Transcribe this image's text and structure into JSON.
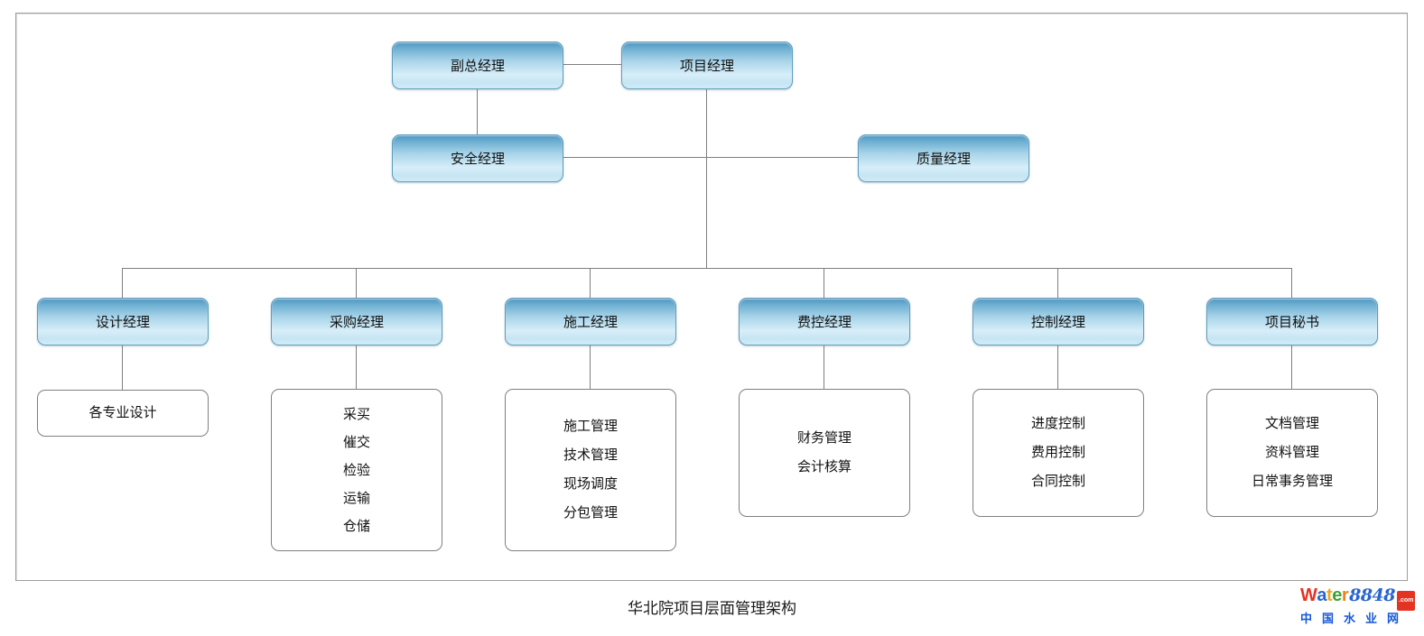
{
  "diagram": {
    "caption": "华北院项目层面管理架构",
    "level1": [
      {
        "label": "副总经理"
      },
      {
        "label": "项目经理"
      }
    ],
    "level2": [
      {
        "label": "安全经理"
      },
      {
        "label": "质量经理"
      }
    ],
    "level3": [
      {
        "label": "设计经理",
        "details": [
          "各专业设计"
        ]
      },
      {
        "label": "采购经理",
        "details": [
          "采买",
          "催交",
          "检验",
          "运输",
          "仓储"
        ]
      },
      {
        "label": "施工经理",
        "details": [
          "施工管理",
          "技术管理",
          "现场调度",
          "分包管理"
        ]
      },
      {
        "label": "费控经理",
        "details": [
          "财务管理",
          "会计核算"
        ]
      },
      {
        "label": "控制经理",
        "details": [
          "进度控制",
          "费用控制",
          "合同控制"
        ]
      },
      {
        "label": "项目秘书",
        "details": [
          "文档管理",
          "资料管理",
          "日常事务管理"
        ]
      }
    ],
    "colors": {
      "node_gradient_top": "#4e95c0",
      "node_gradient_bottom": "#d2ebf6",
      "node_border": "#5e9cbc",
      "connector": "#7f7f7f",
      "detail_border": "#7f7f7f",
      "frame_border": "#9e9e9e"
    }
  },
  "logo": {
    "letters": [
      {
        "ch": "W",
        "color": "#e53323"
      },
      {
        "ch": "a",
        "color": "#2864cf"
      },
      {
        "ch": "t",
        "color": "#f2a71f"
      },
      {
        "ch": "e",
        "color": "#3ba336"
      },
      {
        "ch": "r",
        "color": "#f2801f"
      }
    ],
    "number": "8848",
    "number_color": "#2864cf",
    "tld": ".com",
    "tagline": "中国水业网",
    "tagline_color": "#1558d8"
  }
}
